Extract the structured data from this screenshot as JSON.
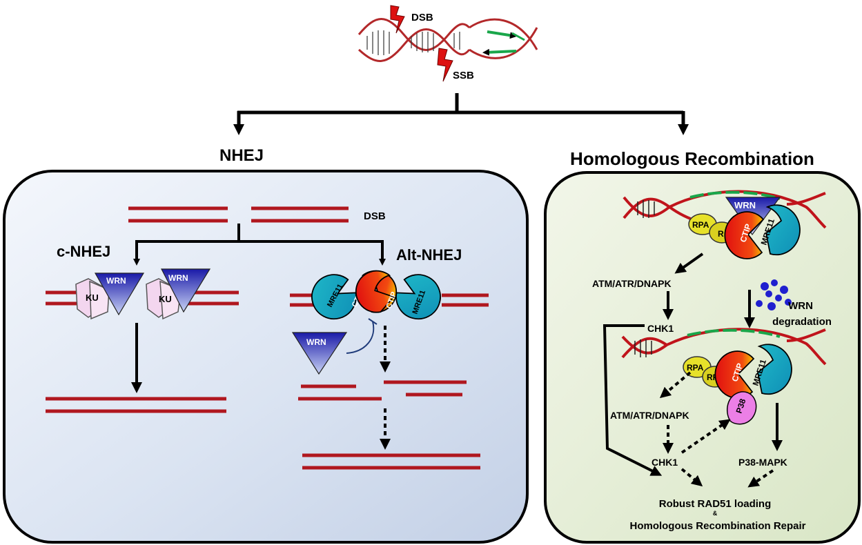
{
  "top": {
    "dsb": "DSB",
    "ssb": "SSB"
  },
  "nhej": {
    "title": "NHEJ",
    "dsb": "DSB",
    "c_nhej": "c-NHEJ",
    "alt_nhej": "Alt-NHEJ",
    "wrn": "WRN",
    "ku": "KU",
    "mre11": "MRE11",
    "ctip": "CTIP"
  },
  "hr": {
    "title": "Homologous Recombination",
    "wrn": "WRN",
    "rpa": "RPA",
    "r": "R",
    "rp": "RP",
    "ctip": "CTIP",
    "mre11": "MRE11",
    "p38": "P38",
    "atm1": "ATM/ATR/DNAPK",
    "chk1_top": "CHK1",
    "wrn_degradation_1": "WRN",
    "wrn_degradation_2": "degradation",
    "atm2": "ATM/ATR/DNAPK",
    "chk1_bottom": "CHK1",
    "p38_mapk": "P38-MAPK",
    "rad51": "Robust RAD51 loading",
    "amp": "&",
    "hr_repair": "Homologous Recombination Repair"
  }
}
